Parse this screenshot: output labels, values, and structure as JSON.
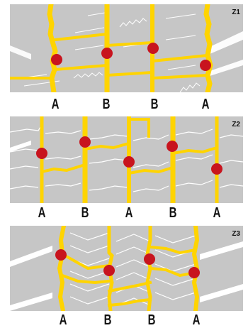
{
  "colors": {
    "background": "#c6c6c6",
    "groove": "#ffd400",
    "marker": "#c8141e",
    "pattern": "#ffffff"
  },
  "panels": [
    {
      "label": "Z1",
      "columns": [
        "A",
        "B",
        "B",
        "A"
      ]
    },
    {
      "label": "Z2",
      "columns": [
        "A",
        "B",
        "A",
        "B",
        "A"
      ]
    },
    {
      "label": "Z3",
      "columns": [
        "A",
        "B",
        "B",
        "A"
      ]
    }
  ]
}
